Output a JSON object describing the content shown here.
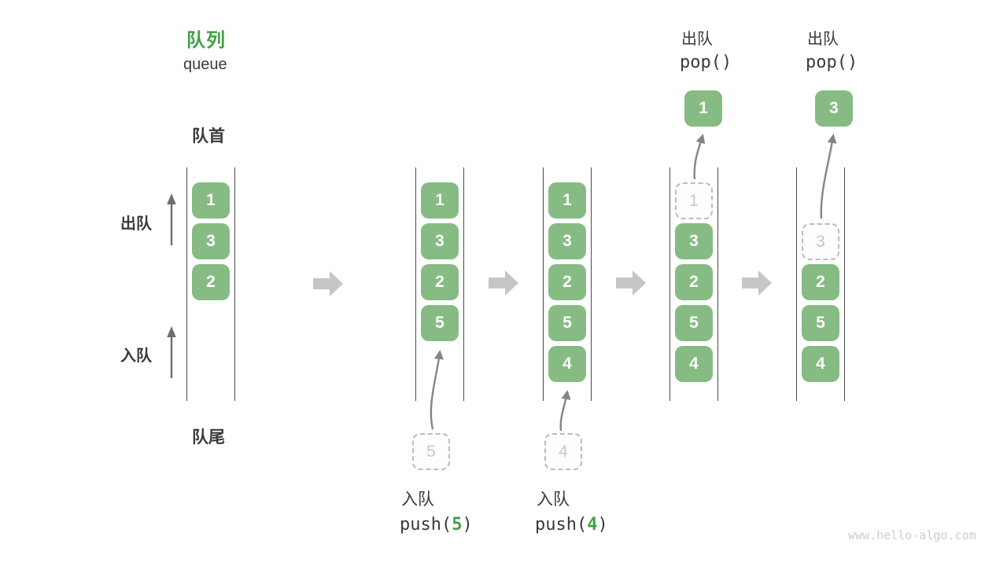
{
  "title": {
    "zh": "队列",
    "en": "queue"
  },
  "side_labels": {
    "front": "队首",
    "rear": "队尾",
    "dequeue": "出队",
    "enqueue": "入队"
  },
  "colors": {
    "accent_green": "#43A047",
    "element_green": "#87BB84",
    "element_text": "#FFFFFF",
    "ghost_gray": "#C6C6C6",
    "dark_text": "#3A3A3A",
    "thin_arrow_gray": "#858585",
    "block_arrow_gray": "#C6C6C6",
    "watermark_gray": "#CBCBCB"
  },
  "states": [
    {
      "boxes": [
        "1",
        "3",
        "2"
      ]
    },
    {
      "boxes": [
        "1",
        "3",
        "2",
        "5"
      ],
      "incoming": "5"
    },
    {
      "boxes": [
        "1",
        "3",
        "2",
        "5",
        "4"
      ],
      "incoming": "4"
    },
    {
      "boxes": [
        "3",
        "2",
        "5",
        "4"
      ],
      "ghost": "1",
      "popped": "1"
    },
    {
      "boxes": [
        "2",
        "5",
        "4"
      ],
      "ghost": "3",
      "popped": "3"
    }
  ],
  "operations": {
    "push5": {
      "label": "入队",
      "fn_open": "push(",
      "arg": "5",
      "fn_close": ")"
    },
    "push4": {
      "label": "入队",
      "fn_open": "push(",
      "arg": "4",
      "fn_close": ")"
    },
    "pop1": {
      "label": "出队",
      "fn": "pop()"
    },
    "pop2": {
      "label": "出队",
      "fn": "pop()"
    }
  },
  "watermark": "www.hello-algo.com"
}
